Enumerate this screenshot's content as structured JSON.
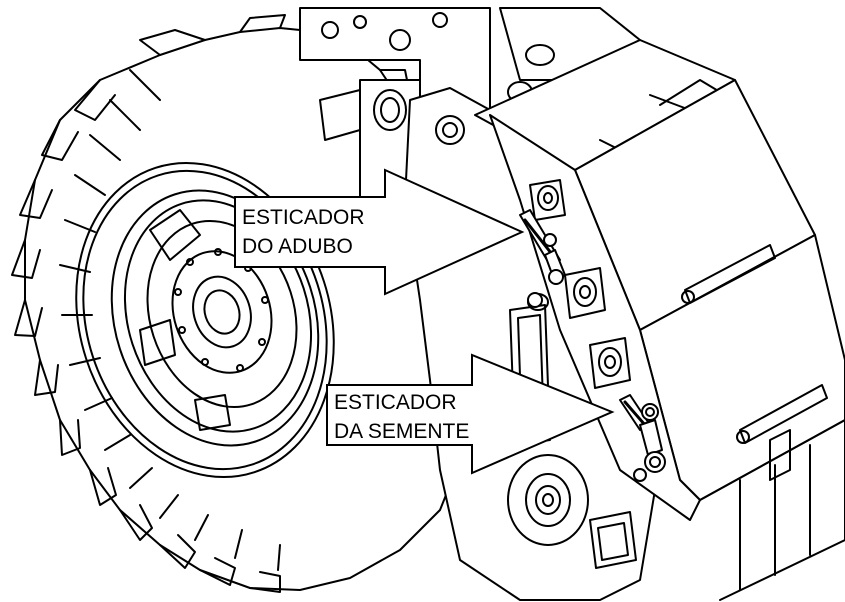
{
  "callouts": [
    {
      "line1": "ESTICADOR",
      "line2": "DO ADUBO"
    },
    {
      "line1": "ESTICADOR",
      "line2": "DA SEMENTE"
    }
  ],
  "colors": {
    "line": "#000000",
    "fill": "#ffffff"
  }
}
